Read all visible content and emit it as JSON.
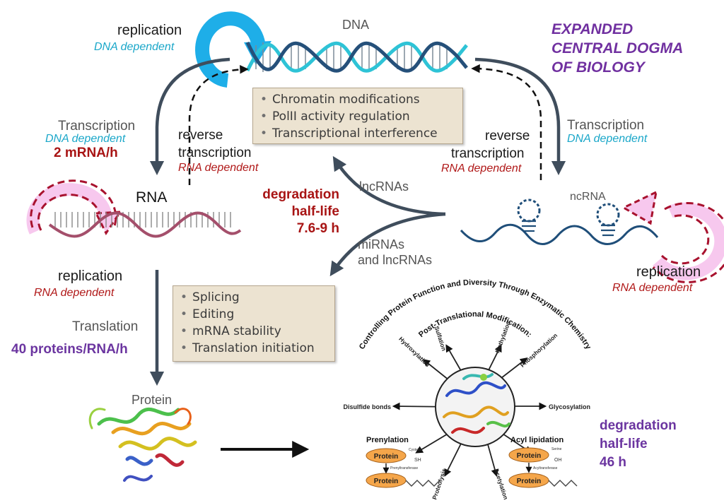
{
  "title_lines": [
    "EXPANDED",
    "CENTRAL DOGMA",
    "OF BIOLOGY"
  ],
  "molecules": {
    "dna": "DNA",
    "rna": "RNA",
    "ncrna": "ncRNA",
    "protein": "Protein"
  },
  "dna_replication": {
    "label": "replication",
    "sub": "DNA dependent"
  },
  "transcription_left": {
    "label": "Transcription",
    "sub": "DNA dependent",
    "rate": "2 mRNA/h"
  },
  "transcription_right": {
    "label": "Transcription",
    "sub": "DNA dependent"
  },
  "reverse_left": {
    "line1": "reverse",
    "line2": "transcription",
    "sub": "RNA dependent"
  },
  "reverse_right": {
    "line1": "reverse",
    "line2": "transcription",
    "sub": "RNA dependent"
  },
  "rna_degradation": {
    "line1": "degradation",
    "line2": "half-life",
    "line3": "7.6-9 h"
  },
  "rna_replication": {
    "label": "replication",
    "sub": "RNA dependent"
  },
  "ncrna_replication": {
    "label": "replication",
    "sub": "RNA dependent"
  },
  "lncrnas_label": "lncRNAs",
  "mirnas_label": {
    "line1": "miRNAs",
    "line2": "and lncRNAs"
  },
  "translation": {
    "label": "Translation",
    "rate": "40 proteins/RNA/h"
  },
  "chromatin_box": [
    "Chromatin modifications",
    "PolII activity regulation",
    "Transcriptional interference"
  ],
  "splicing_box": [
    "Splicing",
    "Editing",
    "mRNA stability",
    "Translation initiation"
  ],
  "ptm": {
    "title_line1": "Post-Translational Modification:",
    "title_line2": "Controlling Protein Function and Diversity Through Enzymatic Chemistry",
    "modifications": [
      "Sulfation",
      "Methylation",
      "Hydroxylation",
      "Phosphorylation",
      "Disulfide bonds",
      "Glycosylation",
      "Prenylation",
      "Acyl lipidation",
      "Proteolysis",
      "Acetylation"
    ],
    "protein_label": "Protein",
    "prenyl_groups": [
      "Cysteine",
      "SH",
      "Prenyltransferase"
    ],
    "acyl_groups": [
      "Serine",
      "OH",
      "Acyltransferase"
    ]
  },
  "protein_degradation": {
    "line1": "degradation",
    "line2": "half-life",
    "line3": "46 h"
  },
  "colors": {
    "arrow": "#3f4d5c",
    "dna_strand": "#25507a",
    "dna_cyan": "#2ec3d6",
    "rna": "#a44f6b",
    "ncrna": "#1f4e79",
    "pink": "#f7c8ee",
    "dash_red": "#a8122e",
    "blue_arrow": "#1eaee8",
    "title": "#7030a0"
  }
}
